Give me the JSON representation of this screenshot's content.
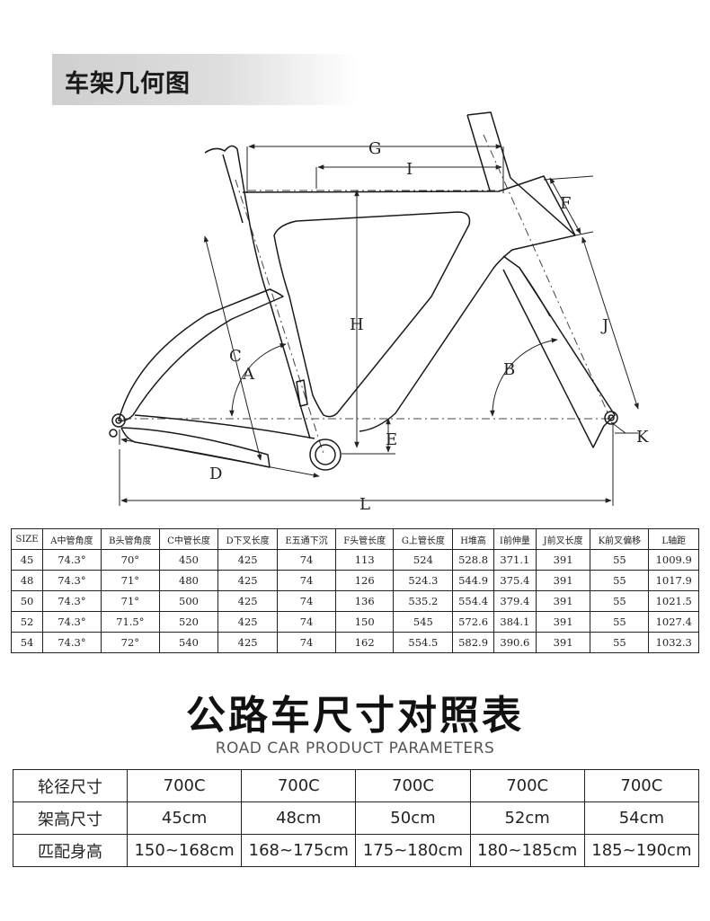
{
  "header": {
    "title": "车架几何图"
  },
  "diagram": {
    "labels": {
      "A": "A",
      "B": "B",
      "C": "C",
      "D": "D",
      "E": "E",
      "F": "F",
      "G": "G",
      "H": "H",
      "I": "I",
      "J": "J",
      "K": "K",
      "L": "L"
    }
  },
  "geometry_table": {
    "headers": [
      "SIZE",
      "A中管角度",
      "B头管角度",
      "C中管长度",
      "D下叉长度",
      "E五通下沉",
      "F头管长度",
      "G上管长度",
      "H堆高",
      "I前伸量",
      "J前叉长度",
      "K前叉偏移",
      "L轴距"
    ],
    "rows": [
      [
        "45",
        "74.3°",
        "70°",
        "450",
        "425",
        "74",
        "113",
        "524",
        "528.8",
        "371.1",
        "391",
        "55",
        "1009.9"
      ],
      [
        "48",
        "74.3°",
        "71°",
        "480",
        "425",
        "74",
        "126",
        "524.3",
        "544.9",
        "375.4",
        "391",
        "55",
        "1017.9"
      ],
      [
        "50",
        "74.3°",
        "71°",
        "500",
        "425",
        "74",
        "136",
        "535.2",
        "554.4",
        "379.4",
        "391",
        "55",
        "1021.5"
      ],
      [
        "52",
        "74.3°",
        "71.5°",
        "520",
        "425",
        "74",
        "150",
        "545",
        "572.6",
        "384.1",
        "391",
        "55",
        "1027.4"
      ],
      [
        "54",
        "74.3°",
        "72°",
        "540",
        "425",
        "74",
        "162",
        "554.5",
        "582.9",
        "390.6",
        "391",
        "55",
        "1032.3"
      ]
    ]
  },
  "params": {
    "title": "公路车尺寸对照表",
    "subtitle": "ROAD CAR PRODUCT PARAMETERS",
    "rows": [
      {
        "label": "轮径尺寸",
        "values": [
          "700C",
          "700C",
          "700C",
          "700C",
          "700C"
        ]
      },
      {
        "label": "架高尺寸",
        "values": [
          "45cm",
          "48cm",
          "50cm",
          "52cm",
          "54cm"
        ]
      },
      {
        "label": "匹配身高",
        "values": [
          "150~168cm",
          "168~175cm",
          "175~180cm",
          "180~185cm",
          "185~190cm"
        ]
      }
    ]
  }
}
